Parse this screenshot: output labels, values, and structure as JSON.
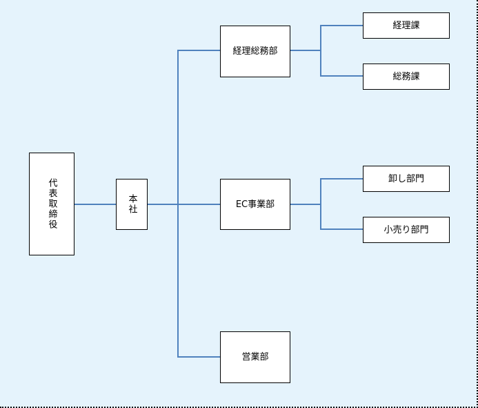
{
  "diagram": {
    "type": "org-chart",
    "colors": {
      "background": "#e5f3fc",
      "connector": "#4f81bd",
      "box_fill": "#ffffff",
      "box_border": "#000000"
    },
    "nodes": {
      "ceo": {
        "label": "代表取締役"
      },
      "head_office": {
        "label": "本社"
      },
      "finance_admin": {
        "label": "経理総務部"
      },
      "accounting": {
        "label": "経理課"
      },
      "general_affairs": {
        "label": "総務課"
      },
      "ec_business": {
        "label": "EC事業部"
      },
      "wholesale": {
        "label": "卸し部門"
      },
      "retail": {
        "label": "小売り部門"
      },
      "sales": {
        "label": "営業部"
      }
    },
    "edges": [
      [
        "ceo",
        "head_office"
      ],
      [
        "head_office",
        "finance_admin"
      ],
      [
        "head_office",
        "ec_business"
      ],
      [
        "head_office",
        "sales"
      ],
      [
        "finance_admin",
        "accounting"
      ],
      [
        "finance_admin",
        "general_affairs"
      ],
      [
        "ec_business",
        "wholesale"
      ],
      [
        "ec_business",
        "retail"
      ]
    ]
  }
}
